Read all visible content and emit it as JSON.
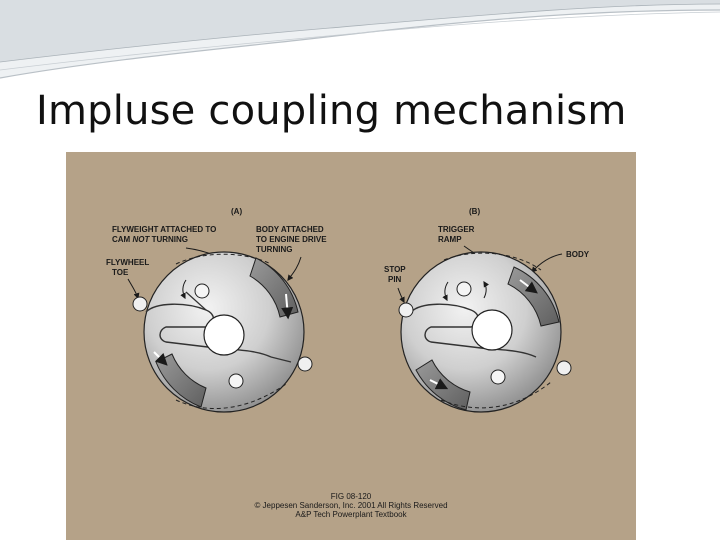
{
  "slide": {
    "title": "Impluse coupling mechanism"
  },
  "figure": {
    "panel_a": {
      "tag": "(A)",
      "label_flyweight_line1": "FLYWEIGHT ATTACHED TO",
      "label_flyweight_line2_pre": "CAM ",
      "label_flyweight_line2_em": "NOT",
      "label_flyweight_line2_post": " TURNING",
      "label_body_line1": "BODY ATTACHED",
      "label_body_line2": "TO ENGINE DRIVE",
      "label_body_line3": "TURNING",
      "label_toe_line1": "FLYWHEEL",
      "label_toe_line2": "TOE"
    },
    "panel_b": {
      "tag": "(B)",
      "label_trigger_line1": "TRIGGER",
      "label_trigger_line2": "RAMP",
      "label_body": "BODY",
      "label_stop_line1": "STOP",
      "label_stop_line2": "PIN"
    },
    "caption": {
      "line1": "FIG 08-120",
      "line2": "© Jeppesen Sanderson, Inc. 2001 All Rights Reserved",
      "line3": "A&P Tech Powerplant Textbook"
    },
    "colors": {
      "background": "#b5a288",
      "metal_light": "#e6e6e6",
      "metal_dark": "#7d7d7d",
      "outline": "#222222"
    }
  }
}
